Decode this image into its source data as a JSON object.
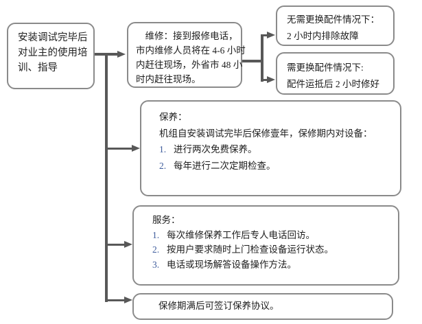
{
  "colors": {
    "box_border": "#8a8a8a",
    "connector": "#585858",
    "text": "#1d1d1d",
    "list_number": "#3e5c9c",
    "background": "#ffffff"
  },
  "boxes": {
    "training": {
      "lines": [
        "安装调试完毕后",
        "对业主的使用培",
        "训、指导"
      ]
    },
    "repair": {
      "lines": [
        "维修：接到报修电话，",
        "市内维修人员将在 4-6 小时",
        "内赶往现场，外省市 48 小",
        "时内赶往现场。"
      ]
    },
    "no_parts": {
      "lines": [
        "无需更换配件情况下：",
        "2 小时内排除故障"
      ]
    },
    "parts": {
      "lines": [
        "需更换配件情况下:",
        "配件运抵后 2 小时修好"
      ]
    },
    "maintenance": {
      "title": "保养：",
      "intro": "机组自安装调试完毕后保修壹年，保修期内对设备：",
      "items": [
        {
          "num": "1.",
          "text": "进行两次免费保养。"
        },
        {
          "num": "2.",
          "text": "每年进行二次定期检查。"
        }
      ]
    },
    "service": {
      "title": "服务：",
      "items": [
        {
          "num": "1.",
          "text": "每次维修保养工作后专人电话回访。"
        },
        {
          "num": "2.",
          "text": "按用户要求随时上门检查设备运行状态。"
        },
        {
          "num": "3.",
          "text": "电话或现场解答设备操作方法。"
        }
      ]
    },
    "agreement": {
      "text": "保修期满后可签订保养协议。"
    }
  }
}
